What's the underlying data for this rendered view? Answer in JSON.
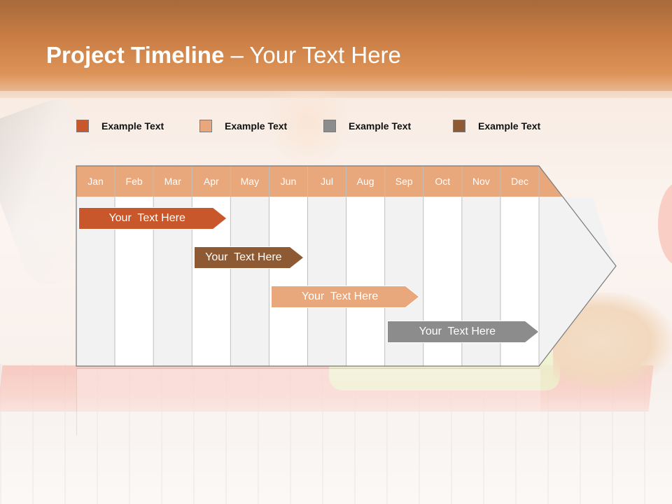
{
  "title": {
    "bold": "Project Timeline",
    "rest": " – Your Text Here"
  },
  "legend": [
    {
      "label": "Example Text",
      "color": "#c8572b"
    },
    {
      "label": "Example Text",
      "color": "#e8a87c"
    },
    {
      "label": "Example Text",
      "color": "#8c8c8c"
    },
    {
      "label": "Example Text",
      "color": "#8d5a33"
    }
  ],
  "months": [
    "Jan",
    "Feb",
    "Mar",
    "Apr",
    "May",
    "Jun",
    "Jul",
    "Aug",
    "Sep",
    "Oct",
    "Nov",
    "Dec"
  ],
  "tasks": [
    {
      "label": "Your  Text Here",
      "start": "Jan",
      "end": "Apr",
      "color": "#c8572b"
    },
    {
      "label": "Your  Text Here",
      "start": "Apr",
      "end": "Jun",
      "color": "#8d5a33"
    },
    {
      "label": "Your  Text Here",
      "start": "Jun",
      "end": "Sep",
      "color": "#e8a87c"
    },
    {
      "label": "Your  Text Here",
      "start": "Sep",
      "end": "Dec",
      "color": "#8c8c8c"
    }
  ],
  "colors": {
    "header": "#e8a87c",
    "column_light": "#ffffff",
    "column_shade": "#f2f2f2",
    "grid_line": "#bfbfbf"
  }
}
